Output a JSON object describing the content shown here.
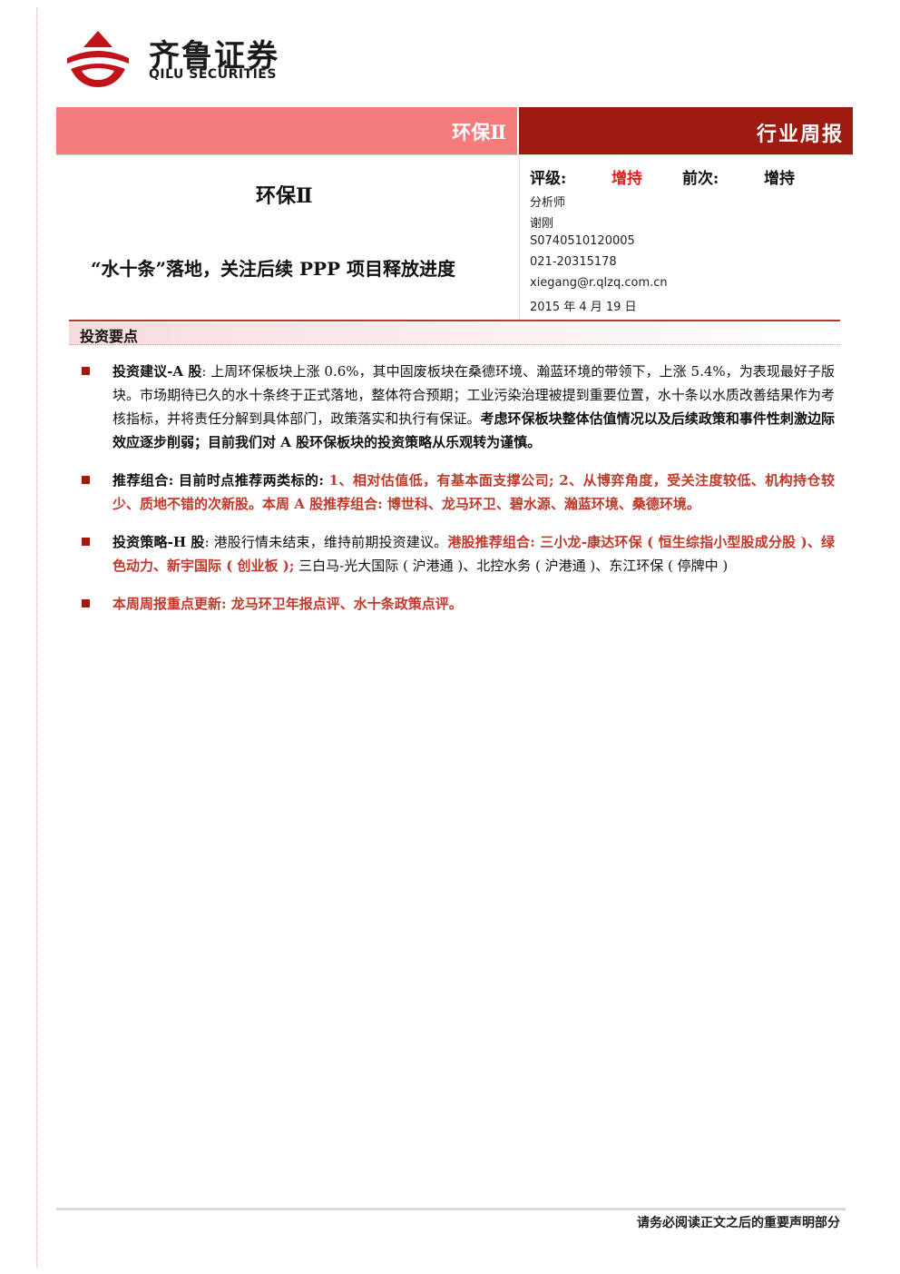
{
  "logo": {
    "cn": "齐鲁证券",
    "en": "QILU SECURITIES"
  },
  "band": {
    "sector": "环保Ⅱ",
    "report_type": "行业周报"
  },
  "title": {
    "sector": "环保Ⅱ",
    "headline": "“水十条”落地，关注后续 PPP 项目释放进度"
  },
  "rating": {
    "label": "评级:",
    "value": "增持",
    "prev_label": "前次:",
    "prev_value": "增持"
  },
  "analyst": {
    "role": "分析师",
    "name": "谢刚",
    "license": "S0740510120005",
    "phone": "021-20315178",
    "email": "xiegang@r.qlzq.com.cn",
    "date": "2015 年 4 月 19 日"
  },
  "section": {
    "title": "投资要点"
  },
  "bullets": [
    {
      "label": "投资建议-A 股",
      "text1": ": 上周环保板块上涨 0.6%，其中固废板块在桑德环境、瀚蓝环境的带领下，上涨 5.4%，为表现最好子版块。市场期待已久的水十条终于正式落地，整体符合预期；工业污染治理被提到重要位置，水十条以水质改善结果作为考核指标，并将责任分解到具体部门，政策落实和执行有保证。",
      "bold": "考虑环保板块整体估值情况以及后续政策和事件性刺激边际效应逐步削弱；目前我们对 A 股环保板块的投资策略从乐观转为谨慎。"
    },
    {
      "label": "推荐组合",
      "text1": ": 目前时点推荐两类标的: ",
      "red": "1、相对估值低，有基本面支撑公司; 2、从博弈角度，受关注度较低、机构持仓较少、质地不错的次新股。本周 A 股推荐组合: 博世科、龙马环卫、碧水源、瀚蓝环境、桑德环境。"
    },
    {
      "label": "投资策略-H 股",
      "text1": ": 港股行情未结束，维持前期投资建议。",
      "red": "港股推荐组合: 三小龙-康达环保 ( 恒生综指小型股成分股 )、绿色动力、新宇国际 ( 创业板 );",
      "text2": " 三白马-光大国际 ( 沪港通 )、北控水务 ( 沪港通 )、东江环保 ( 停牌中 )"
    },
    {
      "red": "本周周报重点更新: 龙马环卫年报点评、水十条政策点评。"
    }
  ],
  "footer": {
    "disclaimer": "请务必阅读正文之后的重要声明部分"
  },
  "colors": {
    "brand_red": "#9e1b10",
    "band_pink": "#f47c7c",
    "highlight_red": "#c0392b"
  }
}
